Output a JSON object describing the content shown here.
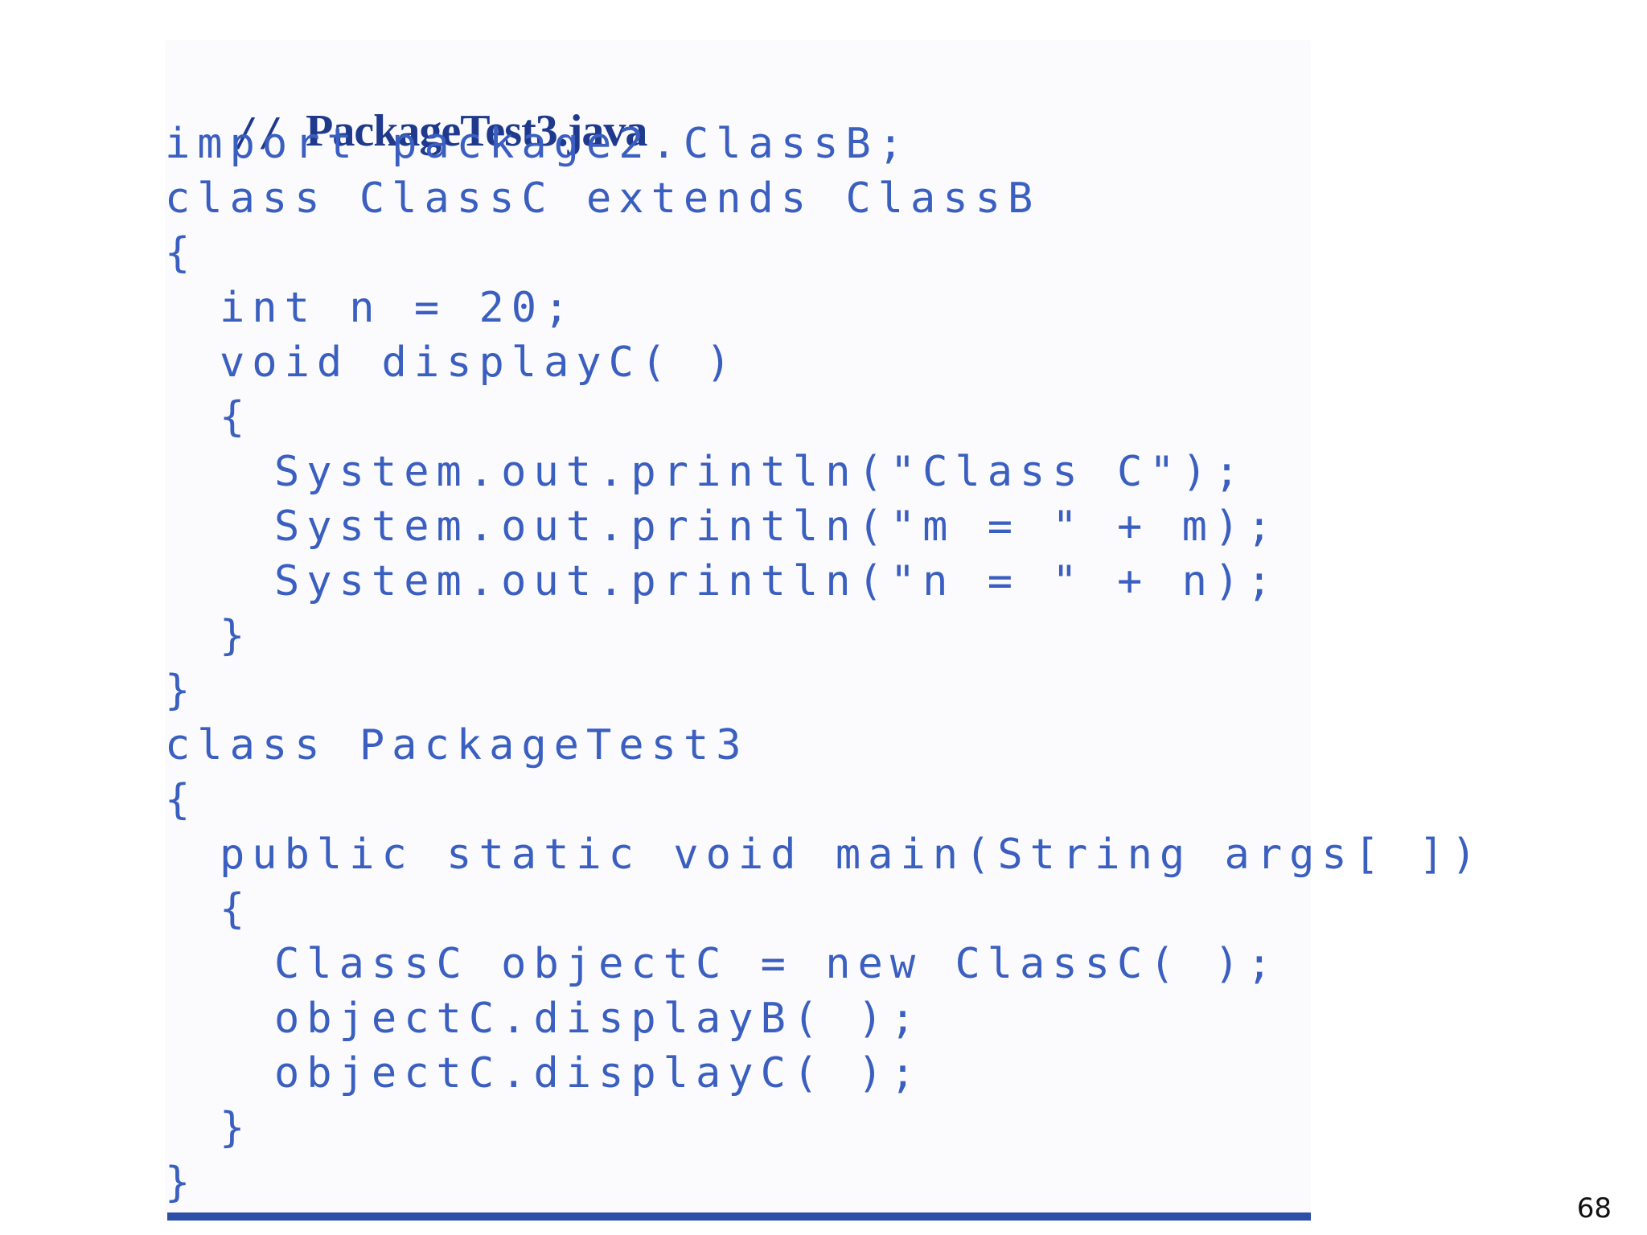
{
  "code": {
    "title_comment": "//",
    "title_filename": "PackageTest3.java",
    "lines": [
      "import package2.ClassB;",
      "class ClassC extends ClassB",
      "{",
      "int n = 20;",
      "void displayC( )",
      "{",
      "System.out.println(\"Class C\");",
      "System.out.println(\"m = \" + m);",
      "System.out.println(\"n = \" + n);",
      "}",
      "}",
      "class PackageTest3",
      "{",
      "public static void main(String args[ ])",
      "{",
      "ClassC objectC = new ClassC( );",
      "objectC.displayB( );",
      "objectC.displayC( );",
      "}",
      "}"
    ]
  },
  "page_number": "68",
  "colors": {
    "code_text": "#3a5fc0",
    "title_text": "#1f3a8c",
    "rule": "#2c4fa8"
  }
}
